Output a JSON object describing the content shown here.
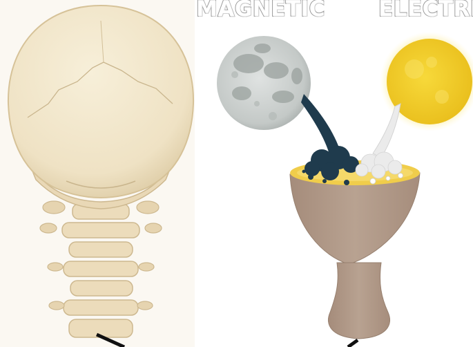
{
  "labels": {
    "magnetic": "Magnetic",
    "electric": "Electric"
  },
  "illustrations": [
    {
      "name": "skull-and-spine-image",
      "subject": "skull and cervical spine, rear view"
    },
    {
      "name": "moon-image",
      "subject": "grey full moon"
    },
    {
      "name": "sun-image",
      "subject": "yellow glowing sun"
    },
    {
      "name": "chalice-image",
      "subject": "beige chalice with golden contents"
    }
  ],
  "palette": {
    "bone": "#efe2c4",
    "bone_shadow": "#d9c8a3",
    "moon": "#c9cccb",
    "moon_dark": "#9aa19e",
    "sun": "#f2cf2a",
    "sun_glow": "#fbe88a",
    "chalice": "#b19a8a",
    "chalice_rim": "#f0cd4b",
    "dark_stream": "#1f3b4d",
    "light_stream": "#ebebeb",
    "heading_outline": "#9a9a9a",
    "line": "#111111"
  }
}
